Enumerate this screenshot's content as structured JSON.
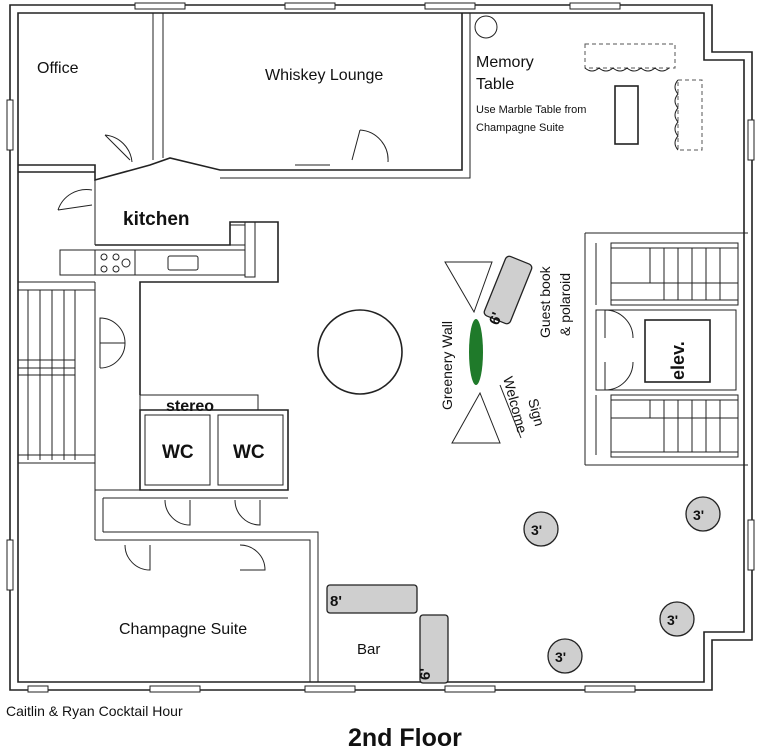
{
  "rooms": {
    "office": "Office",
    "whiskey_lounge": "Whiskey Lounge",
    "kitchen": "kitchen",
    "stereo": "stereo",
    "wc_left": "WC",
    "wc_right": "WC",
    "champagne_suite": "Champagne Suite",
    "bar": "Bar",
    "elevator": "elev."
  },
  "features": {
    "memory_table_line1": "Memory",
    "memory_table_line2": "Table",
    "memory_note_line1": "Use Marble Table from",
    "memory_note_line2": "Champagne Suite",
    "greenery_wall": "Greenery Wall",
    "welcome_sign_line1": "Welcome",
    "welcome_sign_line2": "Sign",
    "guest_book_line1": "Guest book",
    "guest_book_line2": "& polaroid"
  },
  "tables": {
    "guest_table": "6'",
    "bar_table_horizontal": "8'",
    "bar_table_vertical": "6'",
    "round_1": "3'",
    "round_2": "3'",
    "round_3": "3'",
    "round_4": "3'"
  },
  "footer": {
    "event": "Caitlin & Ryan Cocktail Hour",
    "floor": "2nd Floor"
  },
  "colors": {
    "greenery": "#1f7a2a",
    "table_fill": "#cfcfcf",
    "walls": "#222222"
  }
}
